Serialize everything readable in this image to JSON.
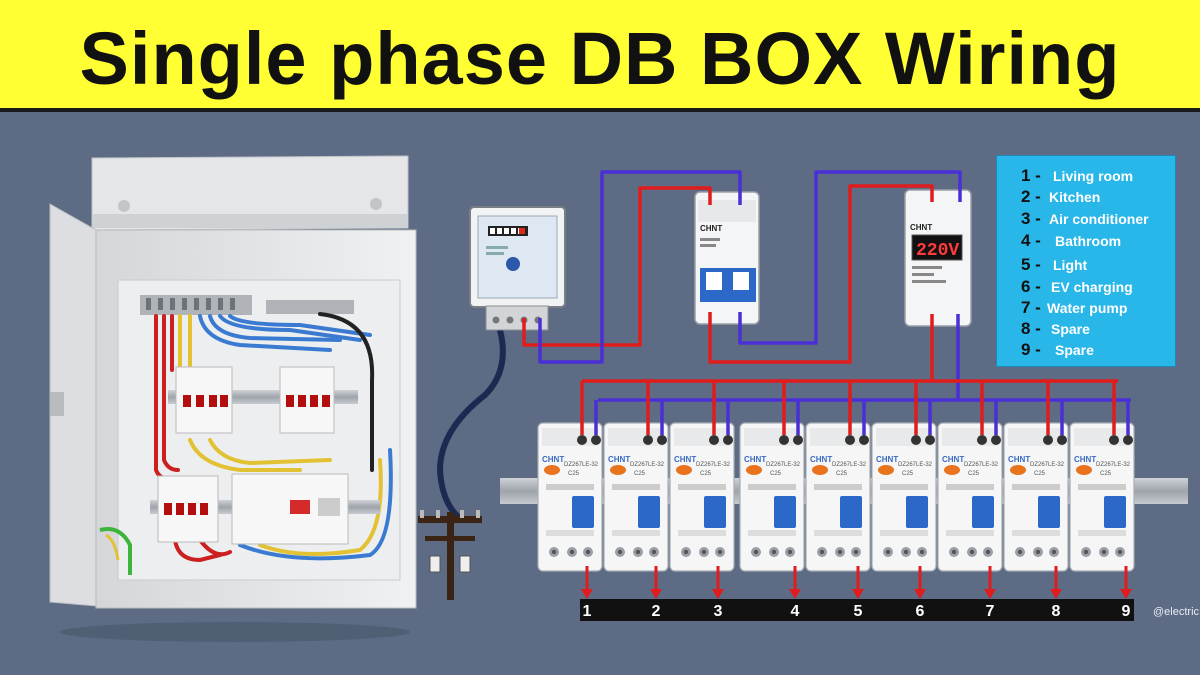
{
  "title": "Single phase DB BOX Wiring",
  "legend": {
    "items": [
      {
        "num": "1 -",
        "label": "Living room"
      },
      {
        "num": "2 -",
        "label": "Kitchen"
      },
      {
        "num": "3 -",
        "label": "Air conditioner"
      },
      {
        "num": "4 -",
        "label": "Bathroom"
      },
      {
        "num": "5 -",
        "label": "Light"
      },
      {
        "num": "6 -",
        "label": "EV charging"
      },
      {
        "num": "7 -",
        "label": "Water pump"
      },
      {
        "num": "8 -",
        "label": "Spare"
      },
      {
        "num": "9 -",
        "label": "Spare"
      }
    ]
  },
  "outputs": [
    "1",
    "2",
    "3",
    "4",
    "5",
    "6",
    "7",
    "8",
    "9"
  ],
  "main_breaker": {
    "brand": "CHNT"
  },
  "voltage_protector": {
    "brand": "CHNT",
    "display": "220V"
  },
  "breakers": {
    "brand": "CHNT",
    "model": "DZ267LE-32",
    "rating": "C25"
  },
  "watermark": "@electric",
  "colors": {
    "live": "#e01c1c",
    "neutral": "#4a2fd6",
    "title_bg": "#ffff33",
    "legend_bg": "#29b6e8",
    "background": "#5d6b85"
  }
}
